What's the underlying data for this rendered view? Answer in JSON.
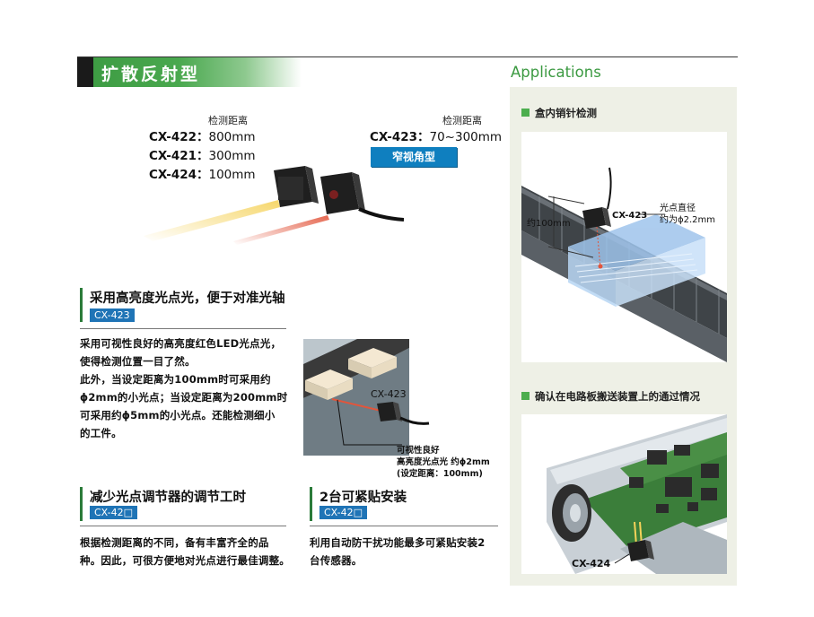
{
  "section": {
    "title": "扩散反射型"
  },
  "specs_left": {
    "label": "检测距离",
    "rows": [
      {
        "model": "CX-422",
        "sep": "：",
        "value": "800mm"
      },
      {
        "model": "CX-421",
        "sep": "：",
        "value": "300mm"
      },
      {
        "model": "CX-424",
        "sep": "：",
        "value": "100mm"
      }
    ]
  },
  "specs_right": {
    "label": "检测距离",
    "model": "CX-423",
    "sep": "：",
    "value": "70~300mm",
    "badge": "窄视角型"
  },
  "feature1": {
    "title": "采用高亮度光点光，便于对准光轴",
    "badge": "CX-423",
    "body": [
      "采用可视性良好的高亮度红色LED光点光，",
      "使得检测位置一目了然。",
      "此外，当设定距离为100mm时可采用约",
      "ϕ2mm的小光点；当设定距离为200mm时",
      "可采用约ϕ5mm的小光点。还能检测细小",
      "的工件。"
    ],
    "diagram": {
      "model": "CX-423",
      "note1": "可视性良好",
      "note2": "高亮度光点光 约ϕ2mm",
      "note3": "(设定距离：100mm)"
    }
  },
  "feature2": {
    "title": "减少光点调节器的调节工时",
    "badge": "CX-42□",
    "body": [
      "根据检测距离的不同，备有丰富齐全的品",
      "种。因此，可很方便地对光点进行最佳调整。"
    ]
  },
  "feature3": {
    "title": "2台可紧贴安装",
    "badge": "CX-42□",
    "body": [
      "利用自动防干扰功能最多可紧贴安装2",
      "台传感器。"
    ]
  },
  "applications": {
    "title": "Applications",
    "items": [
      {
        "caption": "盒内销针检测",
        "labels": {
          "distance": "约100mm",
          "model": "CX-423",
          "spot1": "光点直径",
          "spot2": "约为ϕ2.2mm"
        }
      },
      {
        "caption": "确认在电路板搬送装置上的通过情况",
        "labels": {
          "model": "CX-424"
        }
      }
    ]
  },
  "colors": {
    "accent_green": "#3c9a42",
    "badge_blue": "#1f74b6",
    "panel_bg": "#eef0e6"
  }
}
